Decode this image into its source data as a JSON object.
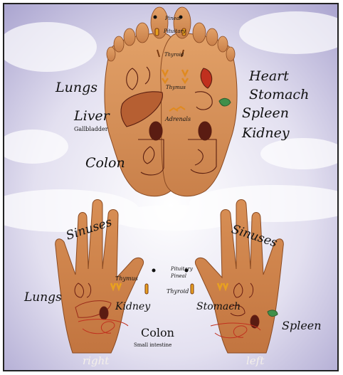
{
  "feet_labels": {
    "pineal": "Pineal",
    "pituitary": "Pituitary",
    "thyroid": "Thyroid",
    "thymus": "Thymus",
    "adrenals": "Adrenals",
    "lungs": "Lungs",
    "heart": "Heart",
    "stomach": "Stomach",
    "liver": "Liver",
    "gallbladder": "Gallbladder",
    "spleen": "Spleen",
    "kidney": "Kidney",
    "colon": "Colon"
  },
  "hands_labels": {
    "sinuses_right": "Sinuses",
    "sinuses_left": "Sinuses",
    "thymus": "Thymus",
    "pituitary": "Pituitary",
    "pineal": "Pineal",
    "thyroid": "Thyroid",
    "lungs": "Lungs",
    "kidney": "Kidney",
    "stomach": "Stomach",
    "spleen": "Spleen",
    "colon": "Colon",
    "small_intestine": "Small intestine",
    "right": "right",
    "left": "left"
  },
  "colors": {
    "skin": "#d9955a",
    "skin_shadow": "#b8703c",
    "background_cloud": "#ffffff",
    "background_sky": "#b9b3d8",
    "outline": "#5a1e10",
    "organ_red": "#c0301e",
    "organ_dark": "#5a1c12"
  }
}
